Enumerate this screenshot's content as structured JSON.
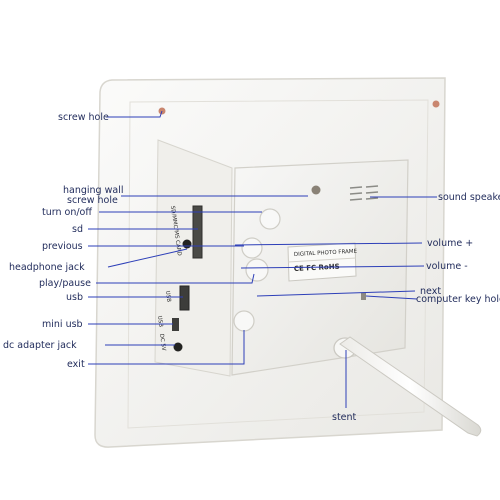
{
  "labels": {
    "screw_hole": "screw hole",
    "hanging_wall_screw_hole_line1": "hanging wall",
    "hanging_wall_screw_hole_line2": "screw hole",
    "turn_on_off": "turn on/off",
    "sd": "sd",
    "previous": "previous",
    "headphone_jack": "headphone jack",
    "play_pause": "play/pause",
    "usb": "usb",
    "mini_usb": "mini usb",
    "dc_adapter_jack": "dc adapter jack",
    "exit": "exit",
    "sound_speaker": "sound speaker",
    "volume_plus": "volume +",
    "volume_minus": "volume -",
    "next": "next",
    "computer_key_hole": "computer key hole",
    "stent": "stent"
  },
  "device_text": {
    "sd_mmc_card": "SD/MMC/MS CARD",
    "usb_port_label": "USB",
    "mini_usb_label": "USB",
    "dc_label": "DC 5V",
    "sticker_title": "DIGITAL PHOTO FRAME",
    "sticker_marks": "CE FC RoHS"
  },
  "colors": {
    "label_text": "#1f2a5a",
    "leader_line": "#2d3fb8",
    "frame_body": "#f3f3f1",
    "frame_edge": "#d8d6cf",
    "screw_hole": "#c9866f"
  }
}
